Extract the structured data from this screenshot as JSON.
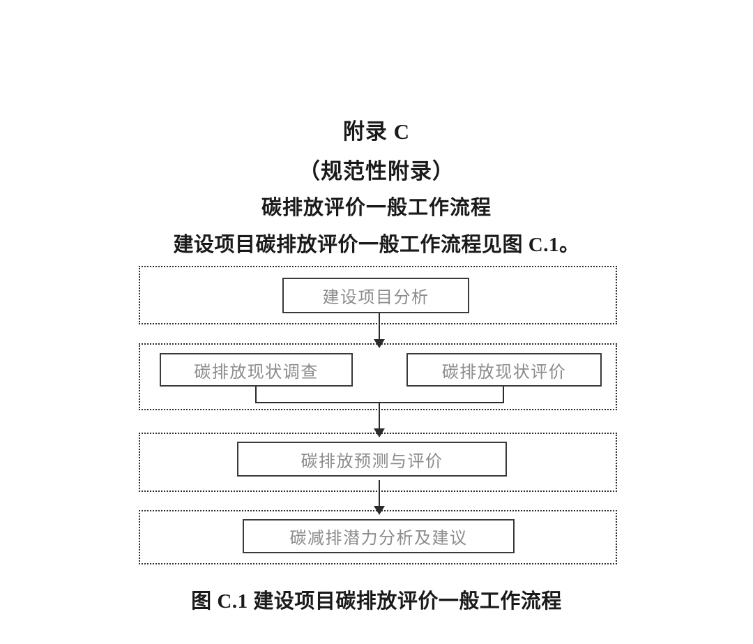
{
  "document": {
    "appendix_label": "附录 C",
    "normative_label": "（规范性附录）",
    "topic_title": "碳排放评价一般工作流程",
    "intro_text": "建设项目碳排放评价一般工作流程见图 C.1。",
    "figure_caption": "图 C.1  建设项目碳排放评价一般工作流程"
  },
  "colors": {
    "heading_text": "#1a1a1a",
    "node_text": "#8c8c8c",
    "node_border": "#3a3a3a",
    "group_border": "#2b2b2b",
    "connector": "#2b2b2b",
    "background": "#ffffff"
  },
  "flow": {
    "stages": [
      {
        "id": "stage-1",
        "nodes": [
          {
            "id": "node-analysis",
            "label": "建设项目分析"
          }
        ]
      },
      {
        "id": "stage-2",
        "nodes": [
          {
            "id": "node-survey",
            "label": "碳排放现状调查"
          },
          {
            "id": "node-status",
            "label": "碳排放现状评价"
          }
        ]
      },
      {
        "id": "stage-3",
        "nodes": [
          {
            "id": "node-forecast",
            "label": "碳排放预测与评价"
          }
        ]
      },
      {
        "id": "stage-4",
        "nodes": [
          {
            "id": "node-reduction",
            "label": "碳减排潜力分析及建议"
          }
        ]
      }
    ],
    "connectors": [
      {
        "id": "arrow-1",
        "from": "node-analysis",
        "to": "stage-2",
        "type": "arrow-down"
      },
      {
        "id": "bracket-1",
        "from": "node-survey,node-status",
        "to": "merge-point",
        "type": "bracket"
      },
      {
        "id": "arrow-2",
        "from": "merge-point",
        "to": "node-forecast",
        "type": "arrow-down"
      },
      {
        "id": "arrow-3",
        "from": "node-forecast",
        "to": "node-reduction",
        "type": "arrow-down"
      }
    ]
  }
}
